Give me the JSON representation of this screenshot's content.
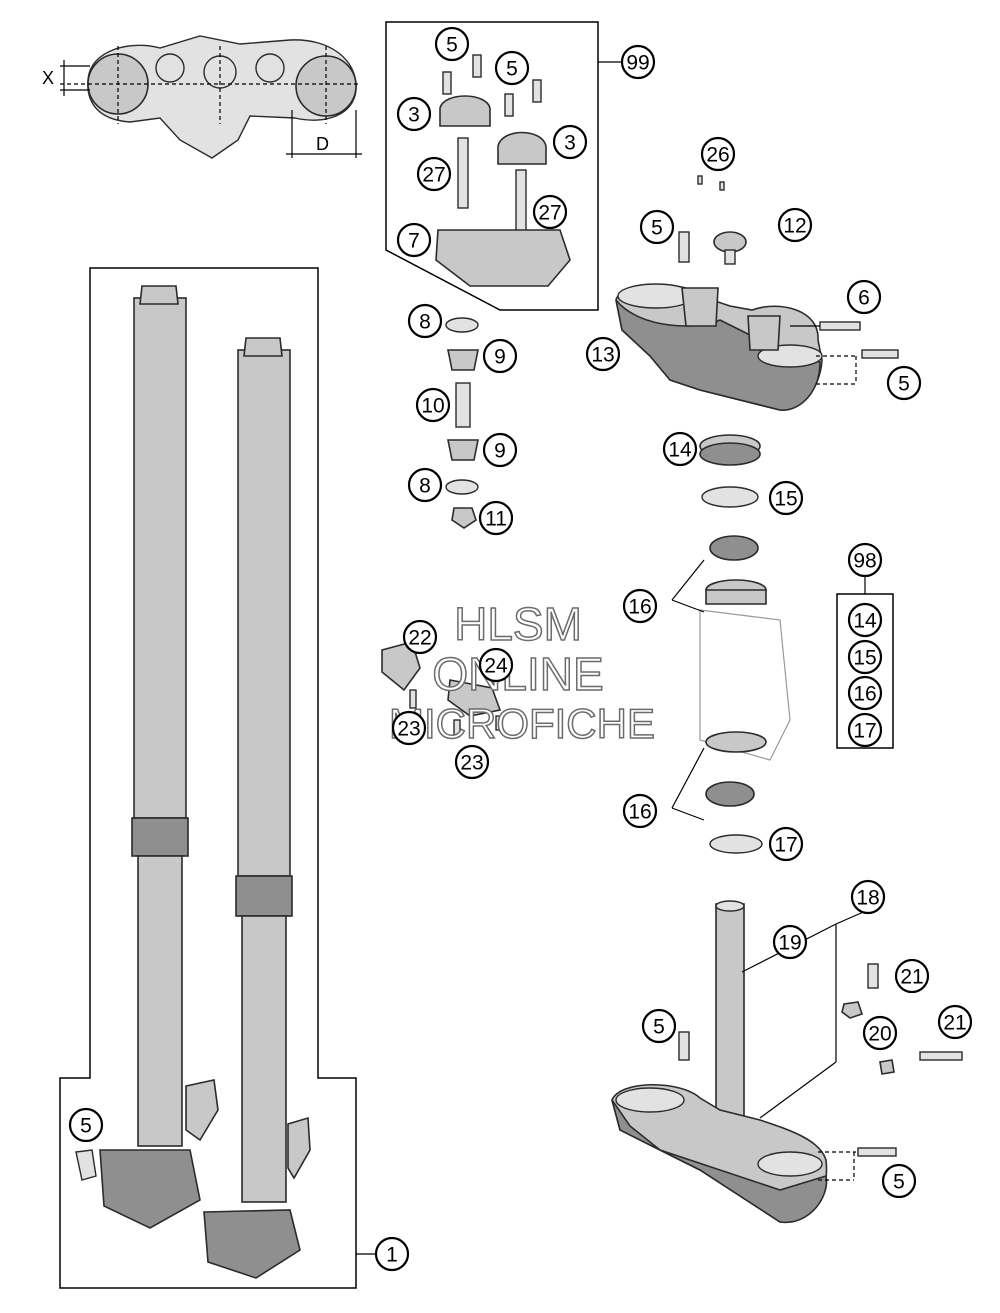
{
  "callouts": [
    {
      "id": "c5a",
      "label": "5"
    },
    {
      "id": "c5b",
      "label": "5"
    },
    {
      "id": "c99",
      "label": "99"
    },
    {
      "id": "c3a",
      "label": "3"
    },
    {
      "id": "c3b",
      "label": "3"
    },
    {
      "id": "c27a",
      "label": "27"
    },
    {
      "id": "c27b",
      "label": "27"
    },
    {
      "id": "c7",
      "label": "7"
    },
    {
      "id": "c26",
      "label": "26"
    },
    {
      "id": "c5c",
      "label": "5"
    },
    {
      "id": "c12",
      "label": "12"
    },
    {
      "id": "c6",
      "label": "6"
    },
    {
      "id": "c13",
      "label": "13"
    },
    {
      "id": "c5d",
      "label": "5"
    },
    {
      "id": "c8a",
      "label": "8"
    },
    {
      "id": "c9a",
      "label": "9"
    },
    {
      "id": "c10",
      "label": "10"
    },
    {
      "id": "c9b",
      "label": "9"
    },
    {
      "id": "c8b",
      "label": "8"
    },
    {
      "id": "c11",
      "label": "11"
    },
    {
      "id": "c14",
      "label": "14"
    },
    {
      "id": "c15",
      "label": "15"
    },
    {
      "id": "c16a",
      "label": "16"
    },
    {
      "id": "c98",
      "label": "98"
    },
    {
      "id": "k14",
      "label": "14"
    },
    {
      "id": "k15",
      "label": "15"
    },
    {
      "id": "k16",
      "label": "16"
    },
    {
      "id": "k17",
      "label": "17"
    },
    {
      "id": "c22",
      "label": "22"
    },
    {
      "id": "c24",
      "label": "24"
    },
    {
      "id": "c23a",
      "label": "23"
    },
    {
      "id": "c23b",
      "label": "23"
    },
    {
      "id": "c16b",
      "label": "16"
    },
    {
      "id": "c17",
      "label": "17"
    },
    {
      "id": "c18",
      "label": "18"
    },
    {
      "id": "c19",
      "label": "19"
    },
    {
      "id": "c21a",
      "label": "21"
    },
    {
      "id": "c20",
      "label": "20"
    },
    {
      "id": "c21b",
      "label": "21"
    },
    {
      "id": "c5e",
      "label": "5"
    },
    {
      "id": "c5f",
      "label": "5"
    },
    {
      "id": "c5g",
      "label": "5"
    },
    {
      "id": "c1",
      "label": "1"
    }
  ],
  "dimensions": {
    "x_label": "X",
    "d_label": "D"
  },
  "watermark": {
    "line1": "HLSM",
    "line2": "ONLINE",
    "line3": "MICROFICHE"
  }
}
